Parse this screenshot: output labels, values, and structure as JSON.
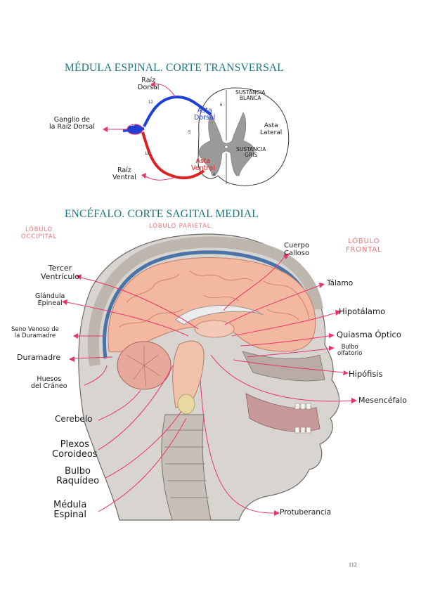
{
  "titles": {
    "spinal": "MÉDULA ESPINAL. CORTE TRANSVERSAL",
    "brain": "ENCÉFALO. CORTE SAGITAL MEDIAL"
  },
  "spinal_labels": {
    "raiz_dorsal_1": "Raíz",
    "raiz_dorsal_2": "Dorsal",
    "ganglio_1": "Ganglio de",
    "ganglio_2": "la Raíz Dorsal",
    "raiz_ventral_1": "Raíz",
    "raiz_ventral_2": "Ventral",
    "sustancia_blanca_1": "SUSTANCIA",
    "sustancia_blanca_2": "BLANCA",
    "asta_dorsal_1": "Asta",
    "asta_dorsal_2": "Dorsal",
    "asta_lateral_1": "Asta",
    "asta_lateral_2": "Lateral",
    "sustancia_gris_1": "SUSTANCIA",
    "sustancia_gris_2": "GRIS",
    "asta_ventral_1": "Asta",
    "asta_ventral_2": "Ventral"
  },
  "spinal_numbers": [
    "12",
    "13",
    "11",
    "6",
    "5",
    "4"
  ],
  "lobe_labels": {
    "occipital_1": "LÓBULO",
    "occipital_2": "OCCIPITAL",
    "parietal": "LÓBULO PARIETAL",
    "frontal_1": "LÓBULO",
    "frontal_2": "FRONTAL"
  },
  "brain_labels": {
    "cuerpo_calloso_1": "Cuerpo",
    "cuerpo_calloso_2": "Calloso",
    "tercer_ventriculo_1": "Tercer",
    "tercer_ventriculo_2": "Ventrículo",
    "talamo": "Tálamo",
    "glandula_pineal_1": "Glándula",
    "glandula_pineal_2": "Epineal",
    "hipotalamo": "Hipotálamo",
    "seno_venoso_1": "Seno Venoso de",
    "seno_venoso_2": "la Duramadre",
    "quiasma": "Quiasma Óptico",
    "bulbo_olfatorio_1": "Bulbo",
    "bulbo_olfatorio_2": "olfatorio",
    "duramadre": "Duramadre",
    "hipofisis": "Hipófisis",
    "huesos_1": "Huesos",
    "huesos_2": "del Cráneo",
    "mesencefalo": "Mesencéfalo",
    "cerebelo": "Cerebelo",
    "plexos_1": "Plexos",
    "plexos_2": "Coroideos",
    "bulbo_raquideo_1": "Bulbo",
    "bulbo_raquideo_2": "Raquídeo",
    "medula_1": "Médula",
    "medula_2": "Espinal",
    "protuberancia": "Protuberancia"
  },
  "page_number": "112",
  "colors": {
    "title": "#1e7480",
    "pointer": "#e8356f",
    "lobe_label": "#e8757a",
    "dorsal_root": "#1f3fd6",
    "ventral_root": "#e02020",
    "gray_matter": "#9a9a9a",
    "cerebrum": "#f2b8a0"
  }
}
